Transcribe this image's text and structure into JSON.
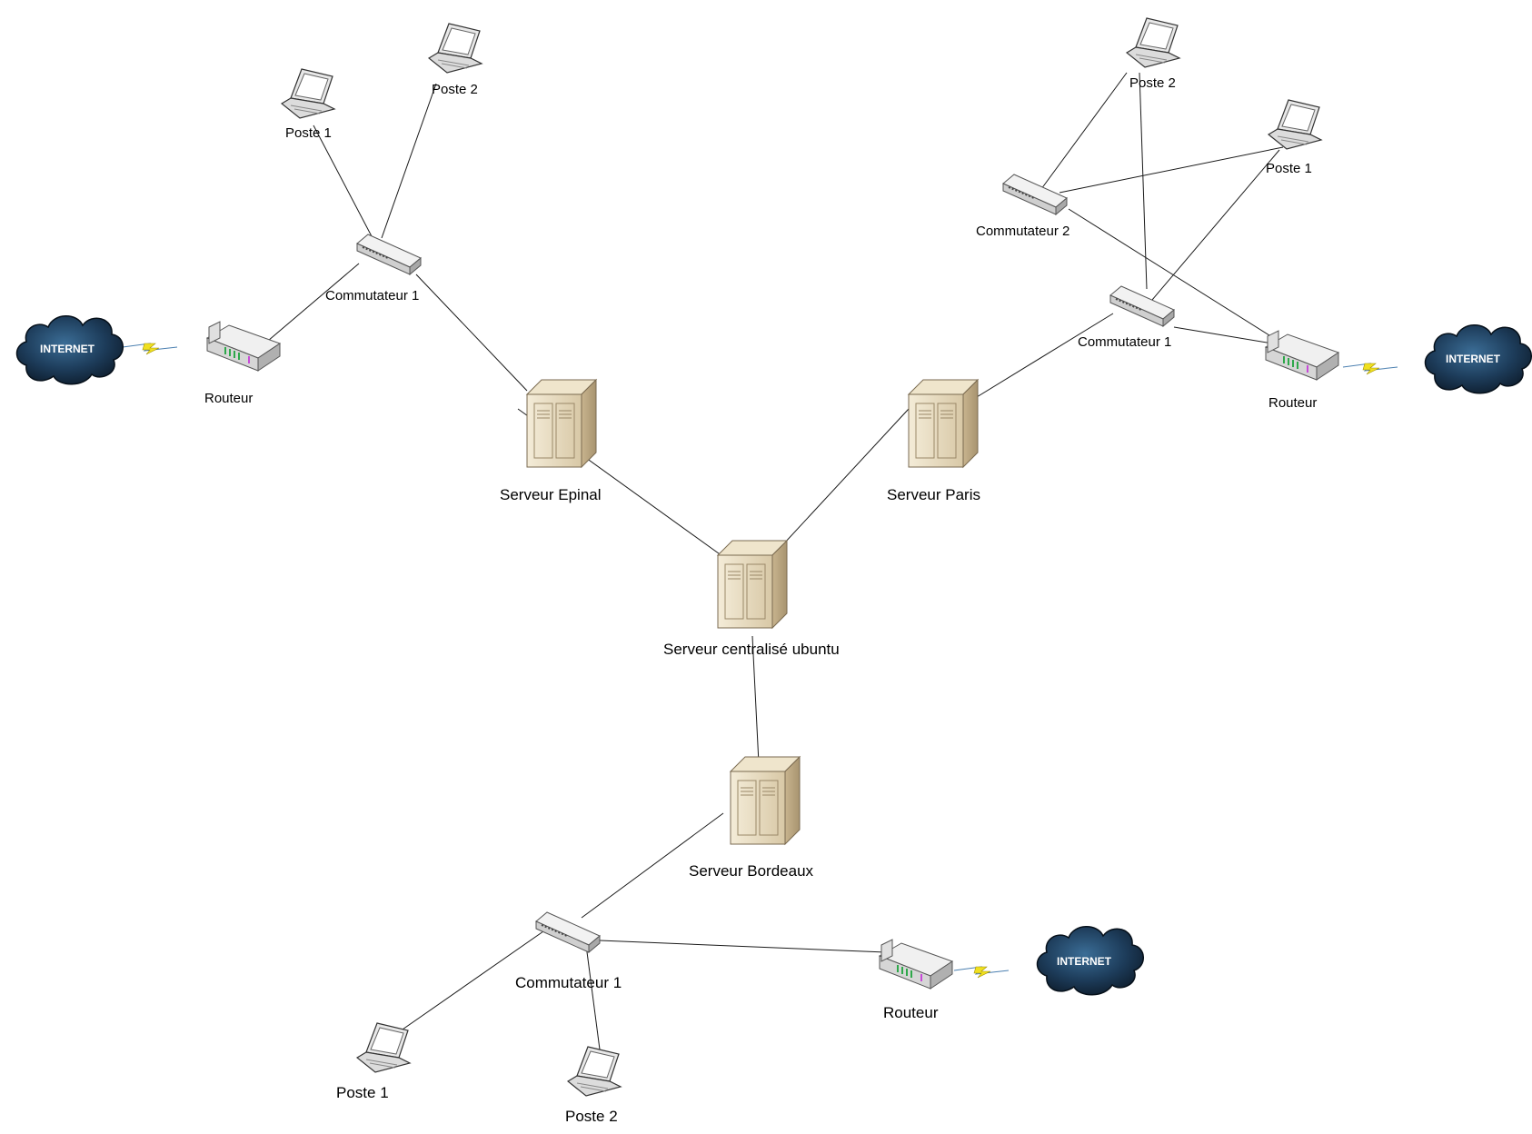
{
  "colors": {
    "background": "#ffffff",
    "link": "#1a1a1a",
    "server_body": "#e6dcc4",
    "cloud_dark": "#0e1c2c",
    "cloud_mid": "#2a5478",
    "lightning": "#f0e020"
  },
  "central": {
    "server_label": "Serveur centralisé ubuntu"
  },
  "epinal": {
    "server_label": "Serveur Epinal",
    "switch_label": "Commutateur 1",
    "router_label": "Routeur",
    "internet_label": "INTERNET",
    "pc1_label": "Poste 1",
    "pc2_label": "Poste 2"
  },
  "paris": {
    "server_label": "Serveur Paris",
    "switch1_label": "Commutateur 1",
    "switch2_label": "Commutateur 2",
    "router_label": "Routeur",
    "internet_label": "INTERNET",
    "pc1_label": "Poste 1",
    "pc2_label": "Poste 2"
  },
  "bordeaux": {
    "server_label": "Serveur Bordeaux",
    "switch_label": "Commutateur 1",
    "router_label": "Routeur",
    "internet_label": "INTERNET",
    "pc1_label": "Poste 1",
    "pc2_label": "Poste 2"
  },
  "icons": [
    "server-icon",
    "switch-icon",
    "router-icon",
    "laptop-icon",
    "cloud-icon",
    "lightning-icon"
  ]
}
